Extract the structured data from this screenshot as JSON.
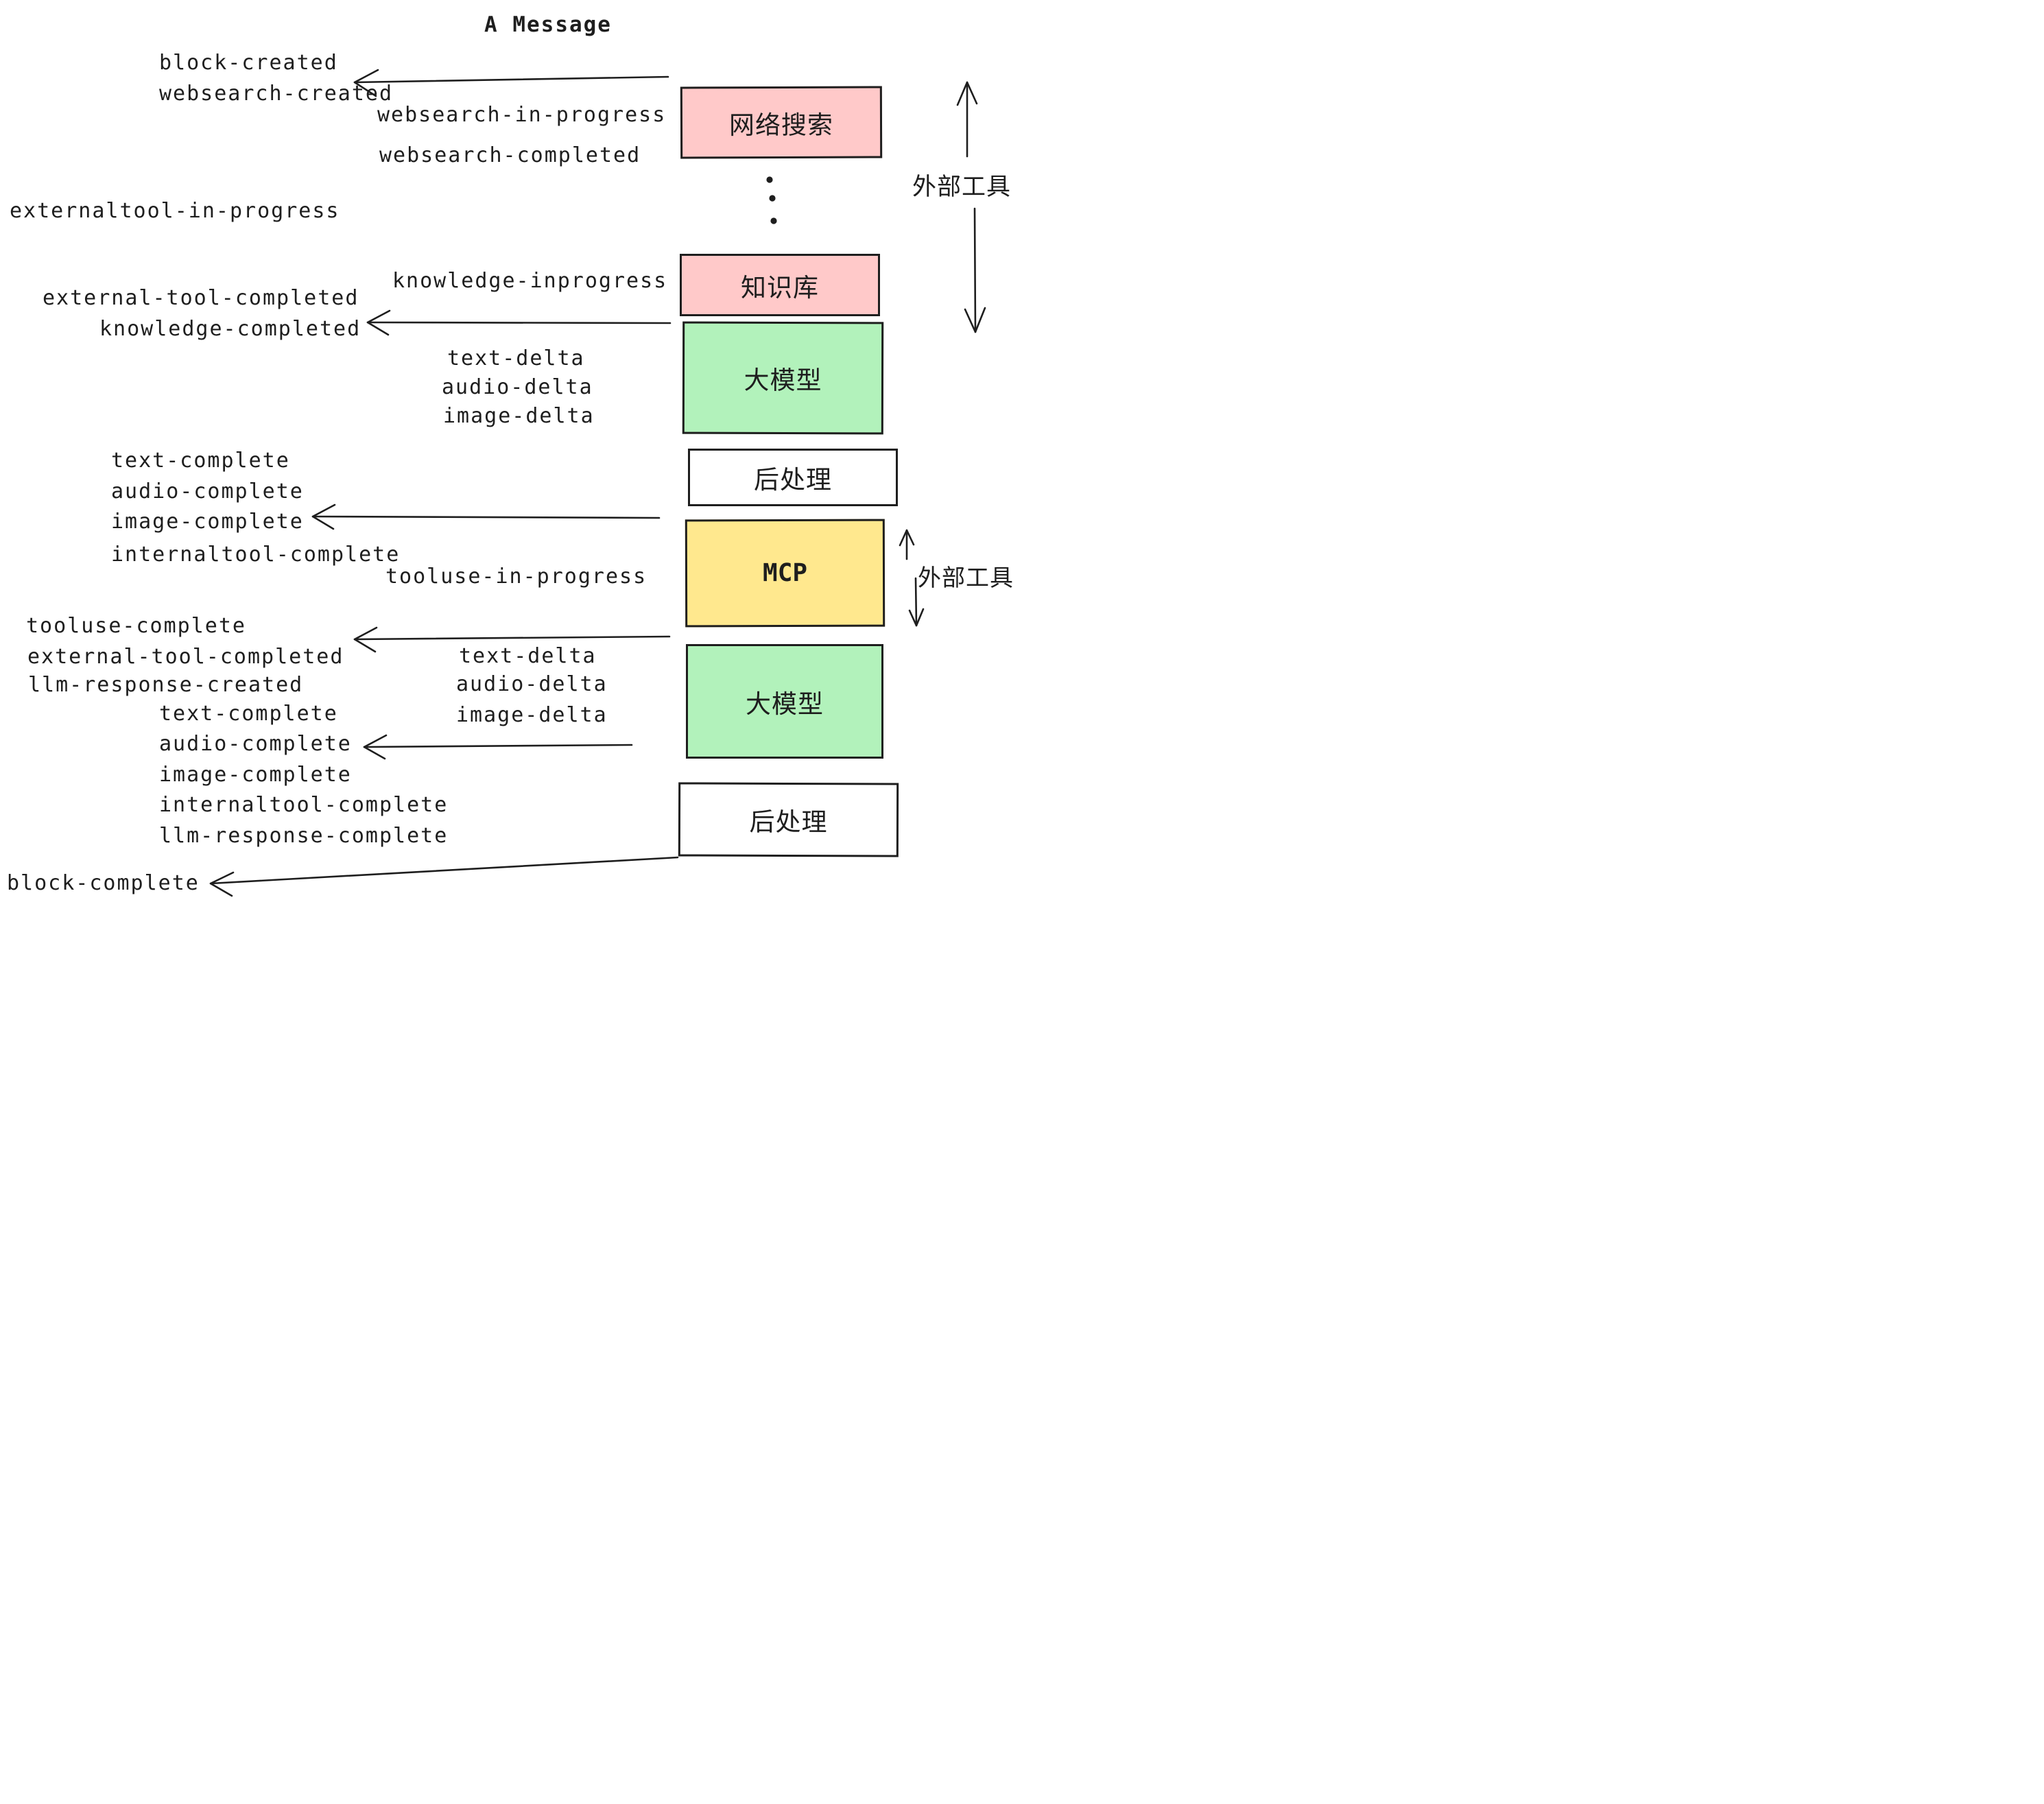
{
  "title": "A Message",
  "colors": {
    "box_pink": "#ffc9c9",
    "box_green": "#b2f2bb",
    "box_yellow": "#ffe88e",
    "box_white": "#ffffff",
    "ink": "#1e1e1e"
  },
  "pipeline": {
    "boxes": {
      "websearch": {
        "label": "网络搜索"
      },
      "knowledge": {
        "label": "知识库"
      },
      "llm1": {
        "label": "大模型"
      },
      "post1": {
        "label": "后处理"
      },
      "mcp": {
        "label": "MCP"
      },
      "llm2": {
        "label": "大模型"
      },
      "post2": {
        "label": "后处理"
      }
    }
  },
  "side_labels": {
    "external_tools_top": "外部工具",
    "external_tools_mcp": "外部工具"
  },
  "events": {
    "block_created": "block-created",
    "websearch_created": "websearch-created",
    "websearch_in_progress": "websearch-in-progress",
    "websearch_completed": "websearch-completed",
    "externaltool_in_progress": "externaltool-in-progress",
    "knowledge_inprogress": "knowledge-inprogress",
    "external_tool_completed_1": "external-tool-completed",
    "knowledge_completed": "knowledge-completed",
    "text_delta_1": "text-delta",
    "audio_delta_1": "audio-delta",
    "image_delta_1": "image-delta",
    "text_complete_1": "text-complete",
    "audio_complete_1": "audio-complete",
    "image_complete_1": "image-complete",
    "internaltool_complete_1": "internaltool-complete",
    "tooluse_in_progress": "tooluse-in-progress",
    "tooluse_complete": "tooluse-complete",
    "external_tool_completed_2": "external-tool-completed",
    "llm_response_created": "llm-response-created",
    "text_delta_2": "text-delta",
    "audio_delta_2": "audio-delta",
    "image_delta_2": "image-delta",
    "text_complete_2": "text-complete",
    "audio_complete_2": "audio-complete",
    "image_complete_2": "image-complete",
    "internaltool_complete_2": "internaltool-complete",
    "llm_response_complete": "llm-response-complete",
    "block_complete": "block-complete"
  }
}
